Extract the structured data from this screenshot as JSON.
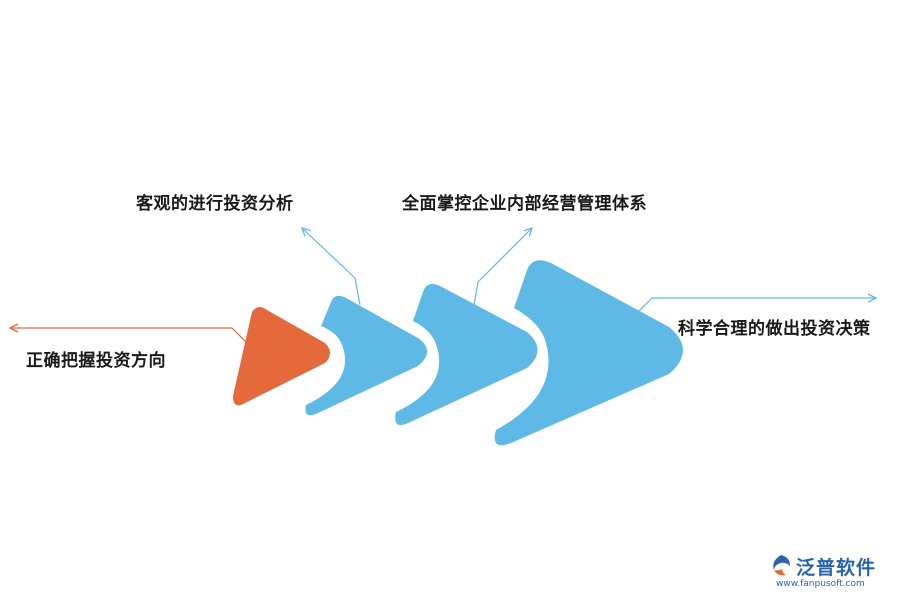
{
  "labels": {
    "left": "正确把握投资方向",
    "top1": "客观的进行投资分析",
    "top2": "全面掌控企业内部经营管理体系",
    "right": "科学合理的做出投资决策"
  },
  "logo": {
    "name": "泛普软件",
    "url": "www.fanpusoft.com"
  },
  "colors": {
    "orange": "#e4693b",
    "blue": "#5fb9e6",
    "orange_line": "#e4693b",
    "blue_line": "#5fb9e6",
    "logo": "#2a64ad"
  }
}
